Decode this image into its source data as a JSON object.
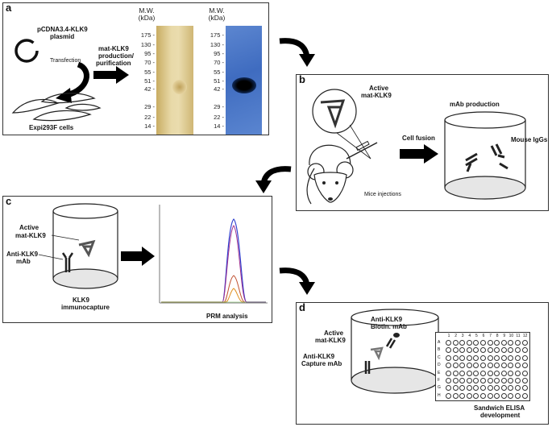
{
  "panel_a": {
    "label": "a",
    "plasmid": [
      "pCDNA3.4-KLK9",
      "plasmid"
    ],
    "transfection": "Transfection",
    "cells": "Expi293F cells",
    "production": [
      "mat-KLK9",
      "production/",
      "purification"
    ],
    "mw_label": [
      "M.W.",
      "(kDa)"
    ],
    "ticks": [
      "175",
      "130",
      "95",
      "70",
      "55",
      "51",
      "42",
      "29",
      "22",
      "14"
    ]
  },
  "panel_b": {
    "label": "b",
    "active": [
      "Active",
      "mat-KLK9"
    ],
    "mice": "Mice injections",
    "fusion": "Cell fusion",
    "mab": "mAb production",
    "igg": "Mouse IgGs"
  },
  "panel_c": {
    "label": "c",
    "active": [
      "Active",
      "mat-KLK9"
    ],
    "anti": [
      "Anti-KLK9",
      "mAb"
    ],
    "capture": [
      "KLK9",
      "immunocapture"
    ],
    "prm": "PRM analysis"
  },
  "panel_d": {
    "label": "d",
    "biotin": [
      "Anti-KLK9",
      "Biotin. mAb"
    ],
    "active": [
      "Active",
      "mat-KLK9"
    ],
    "capture": [
      "Anti-KLK9",
      "Capture mAb"
    ],
    "elisa": [
      "Sandwich ELISA",
      "development"
    ],
    "cols": [
      "1",
      "2",
      "3",
      "4",
      "5",
      "6",
      "7",
      "8",
      "9",
      "10",
      "11",
      "12"
    ],
    "rows": [
      "A",
      "B",
      "C",
      "D",
      "E",
      "F",
      "G",
      "H"
    ]
  },
  "colors": {
    "line": "#333333",
    "arrow": "#000000",
    "blot": "#4a78c8",
    "gel": "#d9c38a"
  }
}
